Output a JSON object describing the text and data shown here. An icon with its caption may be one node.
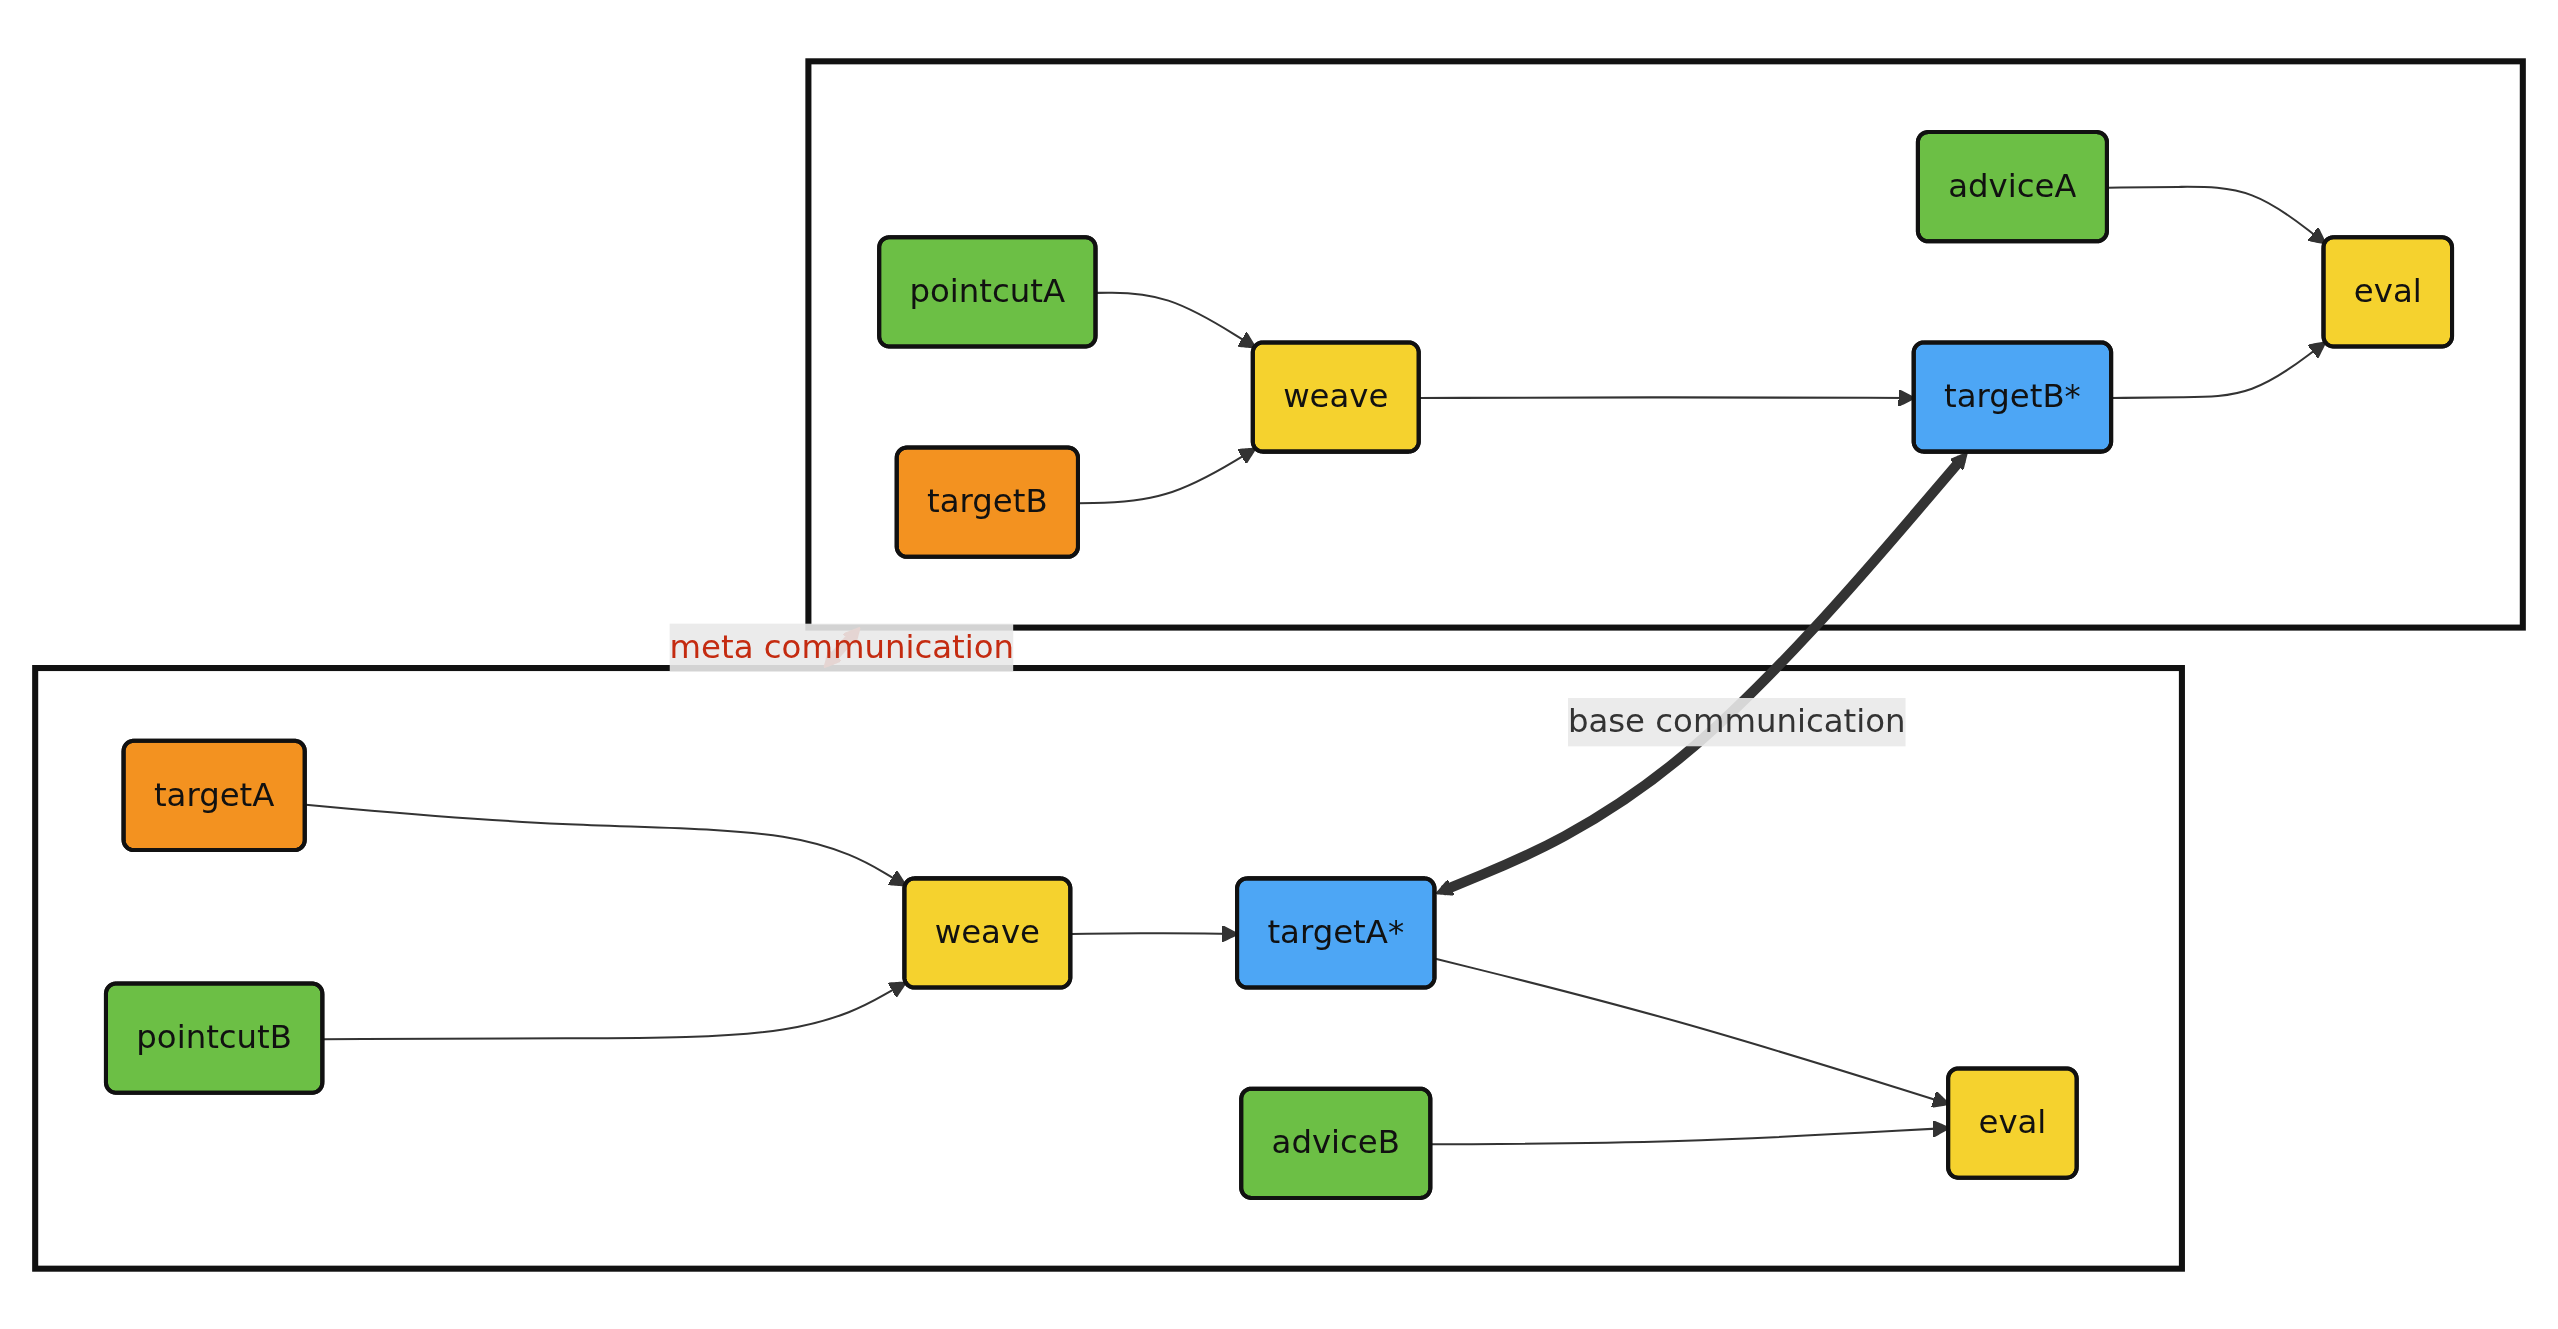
{
  "diagram": {
    "nodes": [
      {
        "text": [],
        "shape": "box"
      },
      {
        "text": [
          "targetA"
        ],
        "in": 0
      },
      {
        "text": [
          "weave"
        ],
        "in": 0
      },
      {
        "text": [
          "targetA*"
        ],
        "in": 0
      },
      {
        "text": [
          "eval"
        ],
        "in": 0
      },
      {
        "text": [
          "pointcutB"
        ],
        "in": 0
      },
      {
        "text": [
          "adviceB"
        ],
        "in": 0
      },
      {
        "text": [],
        "shape": "box"
      },
      {
        "text": [
          "pointcutA"
        ],
        "in": 7
      },
      {
        "text": [
          "adviceA"
        ],
        "in": 7
      },
      {
        "text": [
          "targetB"
        ],
        "in": 7
      },
      {
        "text": [
          "weave"
        ],
        "in": 7
      },
      {
        "text": [
          "targetB*"
        ],
        "in": 7
      },
      {
        "text": [
          "eval"
        ],
        "in": 7
      }
    ],
    "edges": [
      {
        "from": 1,
        "to": 2,
        "arrow": "to"
      },
      {
        "from": 2,
        "to": 3,
        "arrow": "to"
      },
      {
        "from": 3,
        "to": 4,
        "arrow": "to"
      },
      {
        "from": 5,
        "to": 2,
        "arrow": "to"
      },
      {
        "from": 6,
        "to": 4,
        "arrow": "to"
      },
      {
        "from": 8,
        "to": 11,
        "arrow": "to"
      },
      {
        "from": 9,
        "to": 13,
        "arrow": "to"
      },
      {
        "from": 10,
        "to": 11,
        "arrow": "to"
      },
      {
        "from": 11,
        "to": 12,
        "arrow": "to"
      },
      {
        "from": 12,
        "to": 13,
        "arrow": "to"
      },
      {
        "from": 3,
        "to": 12,
        "arrow": "both",
        "label": "base communication",
        "style": "thick"
      },
      {
        "from": 0,
        "to": 7,
        "arrow": "both",
        "label": "meta communication",
        "style": "thick",
        "color": "#c42b10"
      }
    ]
  }
}
